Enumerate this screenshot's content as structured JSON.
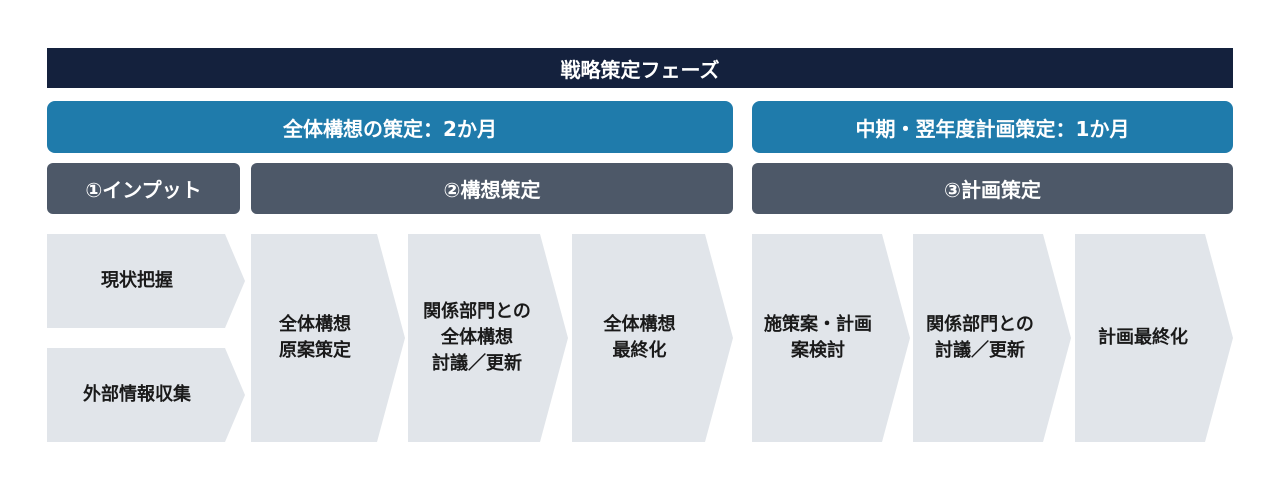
{
  "phase": {
    "title": "戦略策定フェーズ"
  },
  "periods": [
    {
      "label": "全体構想の策定：2か月"
    },
    {
      "label": "中期・翌年度計画策定：1か月"
    }
  ],
  "steps": [
    {
      "label": "①インプット"
    },
    {
      "label": "②構想策定"
    },
    {
      "label": "③計画策定"
    }
  ],
  "tasks": [
    {
      "label": "現状把握"
    },
    {
      "label": "外部情報収集"
    },
    {
      "label": "全体構想\n原案策定"
    },
    {
      "label": "関係部門との\n全体構想\n討議／更新"
    },
    {
      "label": "全体構想\n最終化"
    },
    {
      "label": "施策案・計画\n案検討"
    },
    {
      "label": "関係部門との\n討議／更新"
    },
    {
      "label": "計画最終化"
    }
  ],
  "colors": {
    "phase_bg": "#14213d",
    "period_bg": "#1f7bab",
    "step_bg": "#4d5868",
    "task_bg": "#e1e5ea"
  }
}
